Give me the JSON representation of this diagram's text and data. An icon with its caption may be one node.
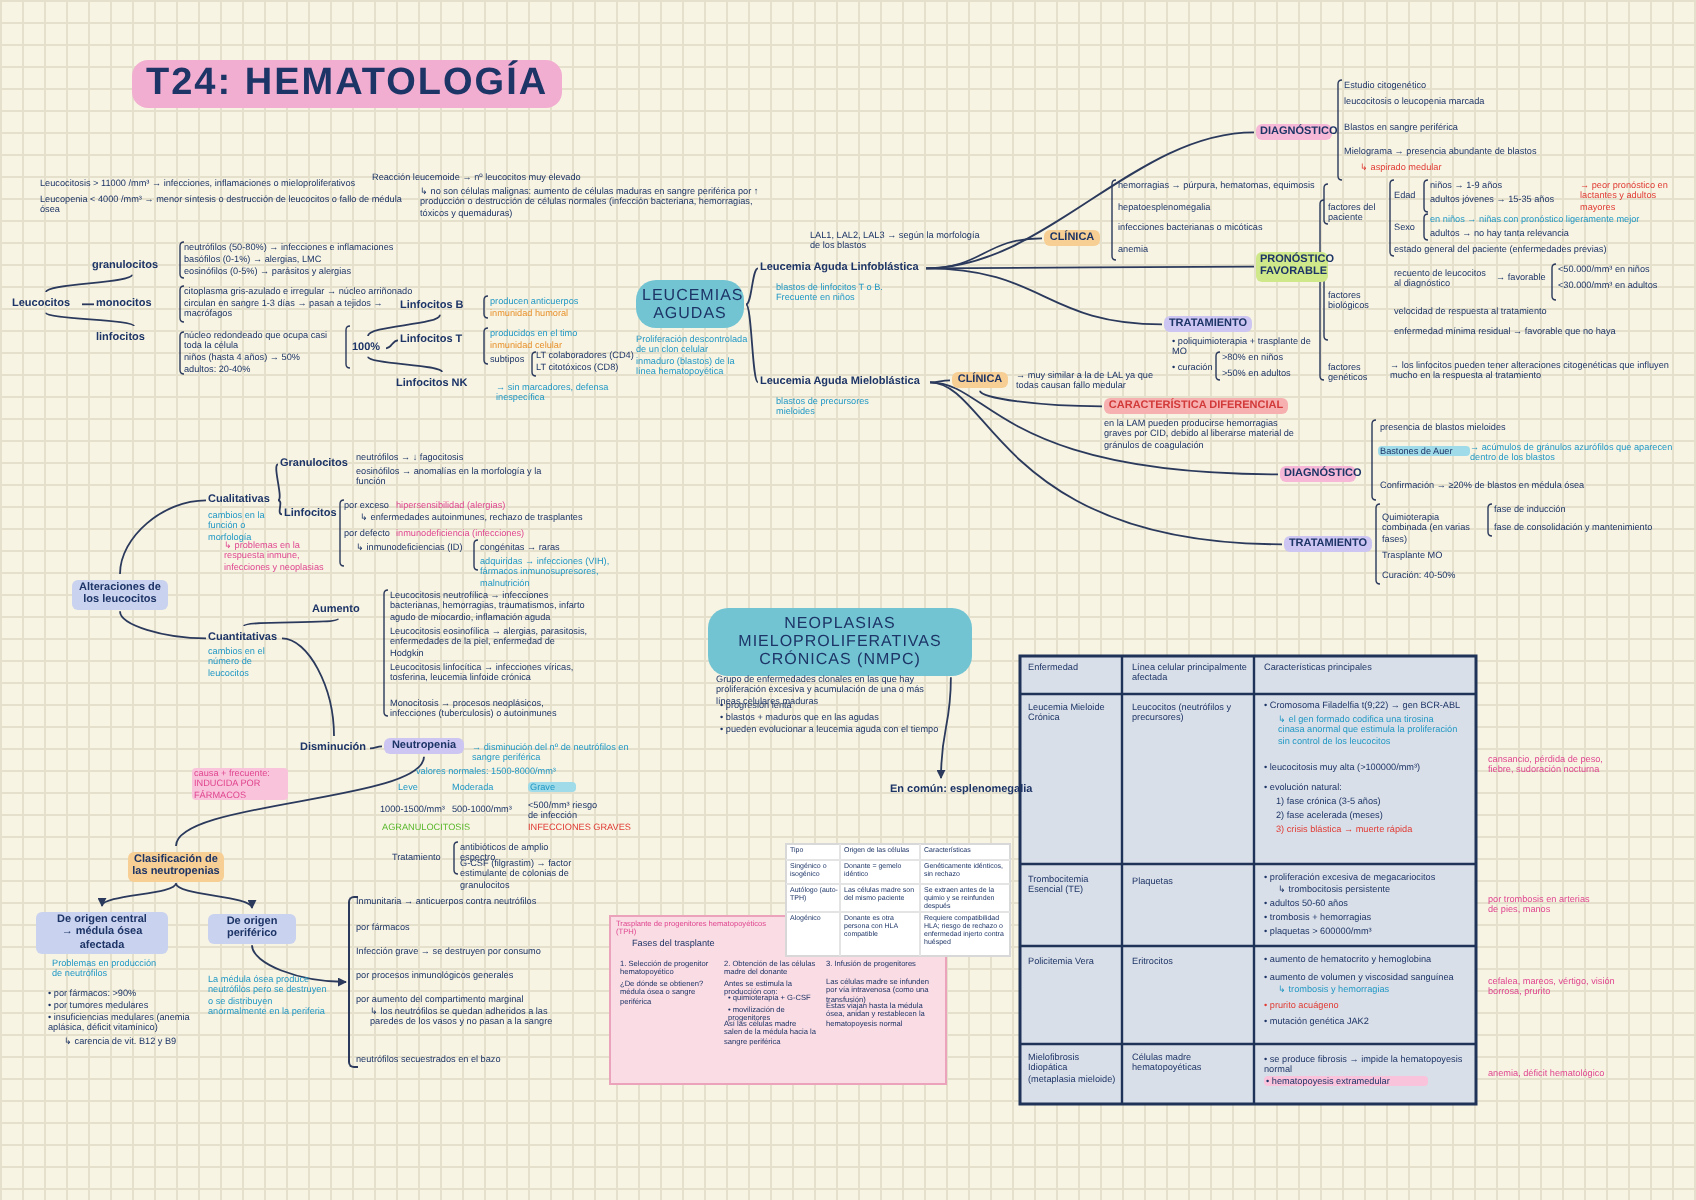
{
  "diagram": {
    "title": "T24: HEMATOLOGÍA",
    "nodes": [
      {
        "text": [
          "Leucocitos"
        ]
      },
      {
        "text": [
          "granulocitos"
        ]
      },
      {
        "text": [
          "monocitos"
        ]
      },
      {
        "text": [
          "linfocitos"
        ]
      },
      {
        "text": [
          "100%"
        ]
      },
      {
        "text": [
          "Linfocitos B"
        ]
      },
      {
        "text": [
          "Linfocitos T"
        ]
      },
      {
        "text": [
          "Linfocitos NK"
        ]
      },
      {
        "text": [
          "LEUCEMIAS AGUDAS"
        ]
      },
      {
        "text": [
          "Leucemia Aguda Linfoblástica"
        ]
      },
      {
        "text": [
          "Leucemia Aguda Mieloblástica"
        ]
      },
      {
        "text": [
          "CLÍNICA"
        ]
      },
      {
        "text": [
          "DIAGNÓSTICO"
        ]
      },
      {
        "text": [
          "PRONÓSTICO FAVORABLE"
        ]
      },
      {
        "text": [
          "TRATAMIENTO"
        ]
      },
      {
        "text": [
          "CLÍNICA"
        ]
      },
      {
        "text": [
          "CARACTERÍSTICA DIFERENCIAL"
        ]
      },
      {
        "text": [
          "DIAGNÓSTICO"
        ]
      },
      {
        "text": [
          "TRATAMIENTO"
        ]
      },
      {
        "text": [
          "Alteraciones de los leucocitos"
        ]
      },
      {
        "text": [
          "Cualitativas"
        ]
      },
      {
        "text": [
          "Cuantitativas"
        ]
      },
      {
        "text": [
          "Granulocitos"
        ]
      },
      {
        "text": [
          "Linfocitos"
        ]
      },
      {
        "text": [
          "Aumento"
        ]
      },
      {
        "text": [
          "Disminución"
        ]
      },
      {
        "text": [
          "Neutropenia"
        ]
      },
      {
        "text": [
          "Clasificación de las neutropenias"
        ]
      },
      {
        "text": [
          "De origen central",
          "→ médula ósea afectada"
        ],
        "beside": [
          "Problemas en producción de neutrófilos"
        ]
      },
      {
        "text": [
          "De origen periférico"
        ]
      },
      {
        "text": [
          "NEOPLASIAS MIELOPROLIFERATIVAS CRÓNICAS (NMPC)"
        ]
      },
      {
        "text": [
          "En común: esplenomegalia"
        ]
      },
      {
        "text": [],
        "shape": "bracket"
      }
    ],
    "edges": [
      {
        "from": 0,
        "to": 1,
        "arrow": "none"
      },
      {
        "from": 0,
        "to": 2,
        "arrow": "none"
      },
      {
        "from": 0,
        "to": 3,
        "arrow": "none"
      },
      {
        "from": 4,
        "to": 5,
        "arrow": "none"
      },
      {
        "from": 4,
        "to": 6,
        "arrow": "none"
      },
      {
        "from": 4,
        "to": 7,
        "arrow": "none"
      },
      {
        "from": 8,
        "to": 9,
        "arrow": "none"
      },
      {
        "from": 8,
        "to": 10,
        "arrow": "none"
      },
      {
        "from": 9,
        "to": 11,
        "arrow": "none"
      },
      {
        "from": 9,
        "to": 12,
        "arrow": "none"
      },
      {
        "from": 9,
        "to": 13,
        "arrow": "none"
      },
      {
        "from": 9,
        "to": 14,
        "arrow": "none"
      },
      {
        "from": 10,
        "to": 15,
        "arrow": "none"
      },
      {
        "from": 15,
        "to": 16,
        "arrow": "none"
      },
      {
        "from": 10,
        "to": 17,
        "arrow": "none"
      },
      {
        "from": 10,
        "to": 18,
        "arrow": "none"
      },
      {
        "from": 19,
        "to": 20,
        "arrow": "none"
      },
      {
        "from": 19,
        "to": 21,
        "arrow": "none"
      },
      {
        "from": 20,
        "to": 22,
        "arrow": "none"
      },
      {
        "from": 20,
        "to": 23,
        "arrow": "none"
      },
      {
        "from": 21,
        "to": 24,
        "arrow": "none"
      },
      {
        "from": 21,
        "to": 25,
        "arrow": "none"
      },
      {
        "from": 25,
        "to": 26,
        "arrow": "none"
      },
      {
        "from": 26,
        "to": 27,
        "arrow": "none"
      },
      {
        "from": 27,
        "to": 28,
        "arrow": "to"
      },
      {
        "from": 27,
        "to": 29,
        "arrow": "to"
      },
      {
        "from": 29,
        "to": 32,
        "arrow": "to"
      },
      {
        "from": 30,
        "to": 31,
        "arrow": "to"
      }
    ],
    "labels": [
      "Leucocitosis > 11000 /mm³ → infecciones, inflamaciones o mieloproliferativos",
      "Leucopenia < 4000 /mm³ → menor síntesis o destrucción de leucocitos o fallo de médula ósea",
      "Reacción leucemoide → nº leucocitos muy elevado",
      "↳ no son células malignas: aumento de células maduras en sangre periférica por ↑ producción o destrucción de células normales (infección bacteriana, hemorragias, tóxicos y quemaduras)",
      "neutrófilos (50-80%) → infecciones e inflamaciones",
      "basófilos (0-1%) → alergias, LMC",
      "eosinófilos (0-5%) → parásitos y alergias",
      "citoplasma gris-azulado e irregular → núcleo arriñonado",
      "circulan en sangre 1-3 días → pasan a tejidos → macrófagos",
      "núcleo redondeado que ocupa casi toda la célula",
      "niños (hasta 4 años) → 50%",
      "adultos: 20-40%",
      "producen anticuerpos",
      "inmunidad humoral",
      "producidos en el timo",
      "inmunidad celular",
      "subtipos",
      "LT colaboradores (CD4)",
      "LT citotóxicos (CD8)",
      "→ sin marcadores, defensa inespecífica",
      "Proliferación descontrolada de un clon celular inmaduro (blastos) de la línea hematopoyética",
      "blastos de linfocitos T o B. Frecuente en niños",
      "blastos de precursores mieloides",
      "LAL1, LAL2, LAL3 → según la morfología de los blastos",
      "hemorragias → púrpura, hematomas, equimosis",
      "hepatoesplenomegalia",
      "infecciones bacterianas o micóticas",
      "anemia",
      "Estudio citogenético",
      "leucocitosis o leucopenia marcada",
      "Blastos en sangre periférica",
      "Mielograma → presencia abundante de blastos",
      "↳ aspirado medular",
      "factores del paciente",
      "Edad",
      "niños → 1-9 años",
      "adultos jóvenes → 15-35 años",
      "→ peor pronóstico en lactantes y adultos mayores",
      "Sexo",
      "en niños → niñas con pronóstico ligeramente mejor",
      "adultos → no hay tanta relevancia",
      "estado general del paciente (enfermedades previas)",
      "factores biológicos",
      "recuento de leucocitos al diagnóstico",
      "→ favorable",
      "<50.000/mm³ en niños",
      "<30.000/mm³ en adultos",
      "velocidad de respuesta al tratamiento",
      "enfermedad mínima residual → favorable que no haya",
      "factores genéticos",
      "→ los linfocitos pueden tener alteraciones citogenéticas que influyen mucho en la respuesta al tratamiento",
      "• poliquimioterapia + trasplante de MO",
      "• curación",
      ">80% en niños",
      ">50% en adultos",
      "→ muy similar a la de LAL ya que todas causan fallo medular",
      "en la LAM pueden producirse hemorragias graves por CID, debido al liberarse material de gránulos de coagulación",
      "presencia de blastos mieloides",
      "Bastones de Auer",
      "→ acúmulos de gránulos azurófilos que aparecen dentro de los blastos",
      "Confirmación → ≥20% de blastos en médula ósea",
      "Quimioterapia combinada (en varias fases)",
      "fase de inducción",
      "fase de consolidación y mantenimiento",
      "Trasplante MO",
      "Curación: 40-50%",
      "cambios en la función o morfología",
      "↳ problemas en la respuesta inmune, infecciones y neoplasias",
      "neutrófilos → ↓ fagocitosis",
      "eosinófilos → anomalías en la morfología y la función",
      "por exceso",
      "hipersensibilidad (alergias)",
      "↳ enfermedades autoinmunes, rechazo de trasplantes",
      "por defecto",
      "inmunodeficiencia (infecciones)",
      "↳ inmunodeficiencias (ID)",
      "congénitas → raras",
      "adquiridas → infecciones (VIH), fármacos inmunosupresores, malnutrición",
      "cambios en el número de leucocitos",
      "Leucocitosis neutrofílica → infecciones bacterianas, hemorragias, traumatismos, infarto agudo de miocardio, inflamación aguda",
      "Leucocitosis eosinofílica → alergias, parasitosis, enfermedades de la piel, enfermedad de Hodgkin",
      "Leucocitosis linfocítica → infecciones víricas, tosferina, leucemia linfoide crónica",
      "Monocitosis → procesos neoplásicos, infecciones (tuberculosis) o autoinmunes",
      "→ disminución del nº de neutrófilos en sangre periférica",
      "valores normales: 1500-8000/mm³",
      "Leve",
      "Moderada",
      "Grave",
      "1000-1500/mm³",
      "500-1000/mm³",
      "<500/mm³ riesgo de infección",
      "AGRANULOCITOSIS",
      "INFECCIONES GRAVES",
      "Tratamiento",
      "antibióticos de amplio espectro",
      "G-CSF (filgrastim) → factor estimulante de colonias de granulocitos",
      "causa + frecuente: INDUCIDA POR FÁRMACOS",
      "• por fármacos: >90%",
      "• por tumores medulares",
      "• insuficiencias medulares (anemia aplásica, déficit vitamínico)",
      "↳ carencia de vit. B12 y B9",
      "La médula ósea produce neutrófilos pero se destruyen o se distribuyen anormalmente en la periferia",
      "Inmunitaria → anticuerpos contra neutrófilos",
      "por fármacos",
      "Infección grave → se destruyen por consumo",
      "por procesos inmunológicos generales",
      "por aumento del compartimento marginal",
      "↳ los neutrófilos se quedan adheridos a las paredes de los vasos y no pasan a la sangre",
      "neutrófilos secuestrados en el bazo",
      "Grupo de enfermedades clonales en las que hay proliferación excesiva y acumulación de una o más líneas celulares maduras",
      "• progresión lenta",
      "• blastos + maduros que en las agudas",
      "• pueden evolucionar a leucemia aguda con el tiempo",
      "Tipo",
      "Origen de las células",
      "Características",
      "Singénico o isogénico",
      "Donante = gemelo idéntico",
      "Genéticamente idénticos, sin rechazo",
      "Autólogo (auto-TPH)",
      "Las células madre son del mismo paciente",
      "Se extraen antes de la quimio y se reinfunden después",
      "Alogénico",
      "Donante es otra persona con HLA compatible",
      "Requiere compatibilidad HLA; riesgo de rechazo o enfermedad injerto contra huésped",
      "Trasplante de progenitores hematopoyéticos (TPH)",
      "Fases del trasplante",
      "1. Selección de progenitor hematopoyético",
      "¿De dónde se obtienen? médula ósea o sangre periférica",
      "2. Obtención de las células madre del donante",
      "Antes se estimula la producción con:",
      "• quimioterapia + G-CSF",
      "• movilización de progenitores",
      "Así las células madre salen de la médula hacia la sangre periférica",
      "3. Infusión de progenitores",
      "Las células madre se infunden por vía intravenosa (como una transfusión)",
      "Estas viajan hasta la médula ósea, anidan y restablecen la hematopoyesis normal",
      "Enfermedad",
      "Línea celular principalmente afectada",
      "Características principales",
      "Leucemia Mieloide Crónica",
      "Leucocitos (neutrófilos y precursores)",
      "• Cromosoma Filadelfia t(9;22) → gen BCR-ABL",
      "↳ el gen formado codifica una tirosina cinasa anormal que estimula la proliferación sin control de los leucocitos",
      "• leucocitosis muy alta (>100000/mm³)",
      "• evolución natural:",
      "1) fase crónica (3-5 años)",
      "2) fase acelerada (meses)",
      "3) crisis blástica → muerte rápida",
      "Trombocitemia Esencial (TE)",
      "Plaquetas",
      "• proliferación excesiva de megacariocitos",
      "↳ trombocitosis persistente",
      "• adultos 50-60 años",
      "• trombosis + hemorragias",
      "• plaquetas > 600000/mm³",
      "Policitemia Vera",
      "Eritrocitos",
      "• aumento de hematocrito y hemoglobina",
      "• aumento de volumen y viscosidad sanguínea",
      "↳ trombosis y hemorragias",
      "• prurito acuágeno",
      "• mutación genética JAK2",
      "Mielofibrosis Idiopática (metaplasia mieloide)",
      "Células madre hematopoyéticas",
      "• se produce fibrosis → impide la hematopoyesis normal",
      "• hematopoyesis extramedular",
      "cansancio, pérdida de peso, fiebre, sudoración nocturna",
      "por trombosis en arterias de pies, manos",
      "cefalea, mareos, vértigo, visión borrosa, prurito",
      "anemia, déficit hematológico"
    ]
  }
}
